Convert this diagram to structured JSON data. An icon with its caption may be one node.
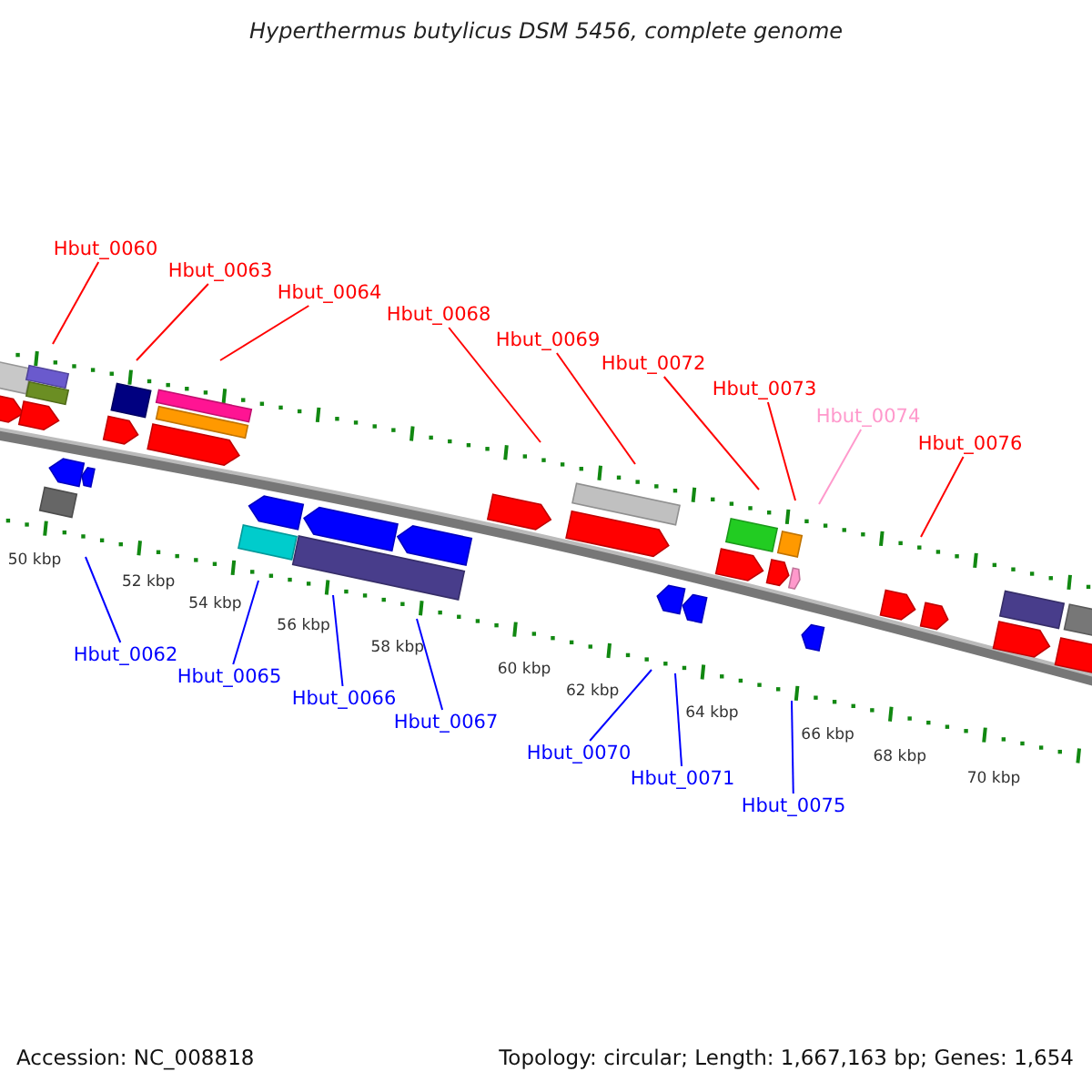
{
  "diagram": {
    "title": "Hyperthermus butylicus DSM 5456, complete genome",
    "nodes": [
      {
        "text": [
          "Hbut_0060"
        ]
      },
      {
        "text": [
          "Hbut_0063"
        ]
      },
      {
        "text": [
          "Hbut_0064"
        ]
      },
      {
        "text": [
          "Hbut_0068"
        ]
      },
      {
        "text": [
          "Hbut_0069"
        ]
      },
      {
        "text": [
          "Hbut_0072"
        ]
      },
      {
        "text": [
          "Hbut_0073"
        ]
      },
      {
        "text": [
          "Hbut_0074"
        ]
      },
      {
        "text": [
          "Hbut_0076"
        ]
      },
      {
        "text": [
          "Hbut_0062"
        ]
      },
      {
        "text": [
          "Hbut_0065"
        ]
      },
      {
        "text": [
          "Hbut_0066"
        ]
      },
      {
        "text": [
          "Hbut_0067"
        ]
      },
      {
        "text": [
          "Hbut_0070"
        ]
      },
      {
        "text": [
          "Hbut_0071"
        ]
      },
      {
        "text": [
          "Hbut_0075"
        ]
      }
    ],
    "edges": [
      {
        "from": 0,
        "to": null,
        "arrow": "none"
      },
      {
        "from": 1,
        "to": null,
        "arrow": "none"
      },
      {
        "from": 2,
        "to": null,
        "arrow": "none"
      },
      {
        "from": 3,
        "to": null,
        "arrow": "none"
      },
      {
        "from": 4,
        "to": null,
        "arrow": "none"
      },
      {
        "from": 5,
        "to": null,
        "arrow": "none"
      },
      {
        "from": 6,
        "to": null,
        "arrow": "none"
      },
      {
        "from": 7,
        "to": null,
        "arrow": "none",
        "color": "#ff99cc"
      },
      {
        "from": 8,
        "to": null,
        "arrow": "none"
      },
      {
        "from": 9,
        "to": null,
        "arrow": "none",
        "color": "#0000ff"
      },
      {
        "from": 10,
        "to": null,
        "arrow": "none",
        "color": "#0000ff"
      },
      {
        "from": 11,
        "to": null,
        "arrow": "none",
        "color": "#0000ff"
      },
      {
        "from": 12,
        "to": null,
        "arrow": "none",
        "color": "#0000ff"
      },
      {
        "from": 13,
        "to": null,
        "arrow": "none",
        "color": "#0000ff"
      },
      {
        "from": 14,
        "to": null,
        "arrow": "none",
        "color": "#0000ff"
      },
      {
        "from": 15,
        "to": null,
        "arrow": "none",
        "color": "#0000ff"
      }
    ],
    "labels": [
      "50 kbp",
      "52 kbp",
      "54 kbp",
      "56 kbp",
      "58 kbp",
      "60 kbp",
      "62 kbp",
      "64 kbp",
      "66 kbp",
      "68 kbp",
      "70 kbp",
      "Accession: NC_008818",
      "Topology: circular; Length: 1,667,163 bp; Genes: 1,654"
    ]
  }
}
